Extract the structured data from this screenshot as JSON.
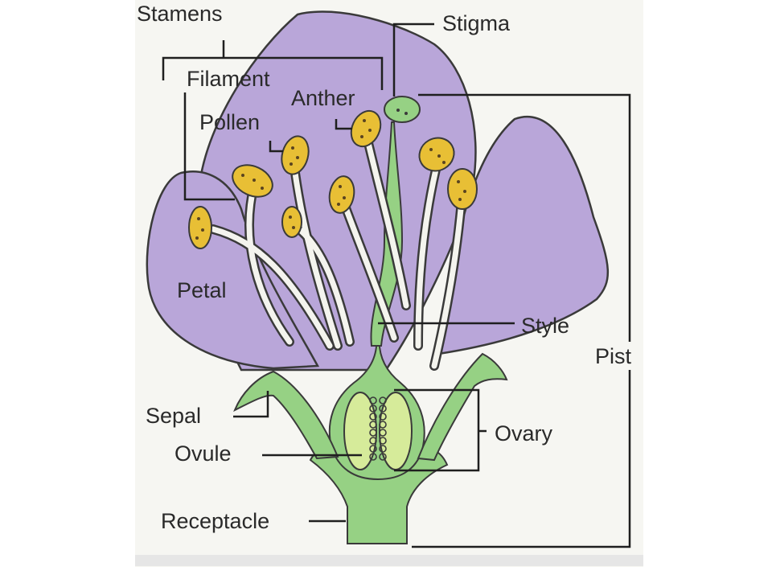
{
  "labels": {
    "stamens": "Stamens",
    "stigma": "Stigma",
    "filament": "Filament",
    "anther": "Anther",
    "pollen": "Pollen",
    "petal": "Petal",
    "style": "Style",
    "pistil": "Pist",
    "sepal": "Sepal",
    "ovary": "Ovary",
    "ovule": "Ovule",
    "receptacle": "Receptacle"
  },
  "colors": {
    "petal": "#b9a6d9",
    "petal_outline": "#3a3a3a",
    "green": "#96d184",
    "anther": "#e8bf35",
    "ovule": "#d6eb9a",
    "filament": "#f4f4ee",
    "paper": "#f6f6f2"
  }
}
